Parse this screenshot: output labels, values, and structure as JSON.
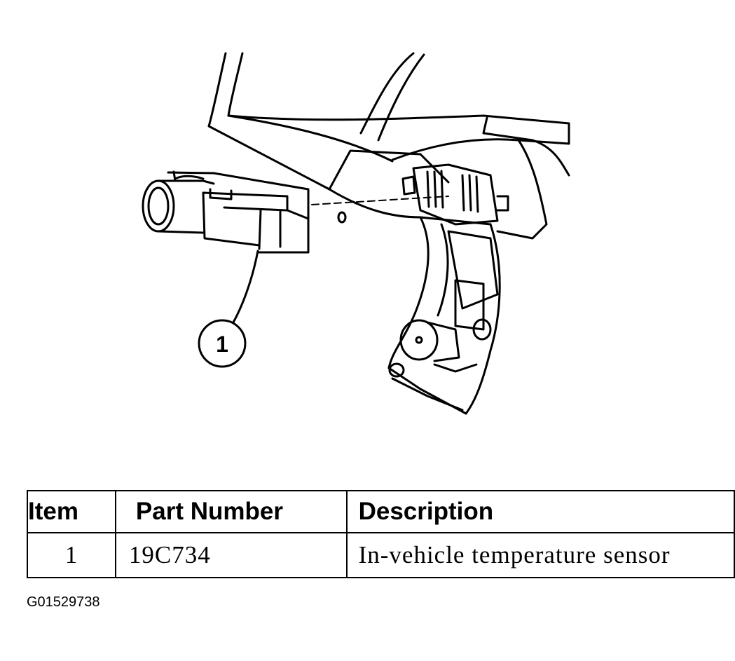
{
  "callout": {
    "label": "1"
  },
  "table": {
    "headers": {
      "item": "Item",
      "part_number": "Part Number",
      "description": "Description"
    },
    "rows": [
      {
        "item": "1",
        "part_number": "19C734",
        "description": "In-vehicle temperature sensor"
      }
    ]
  },
  "figure_id": "G01529738"
}
